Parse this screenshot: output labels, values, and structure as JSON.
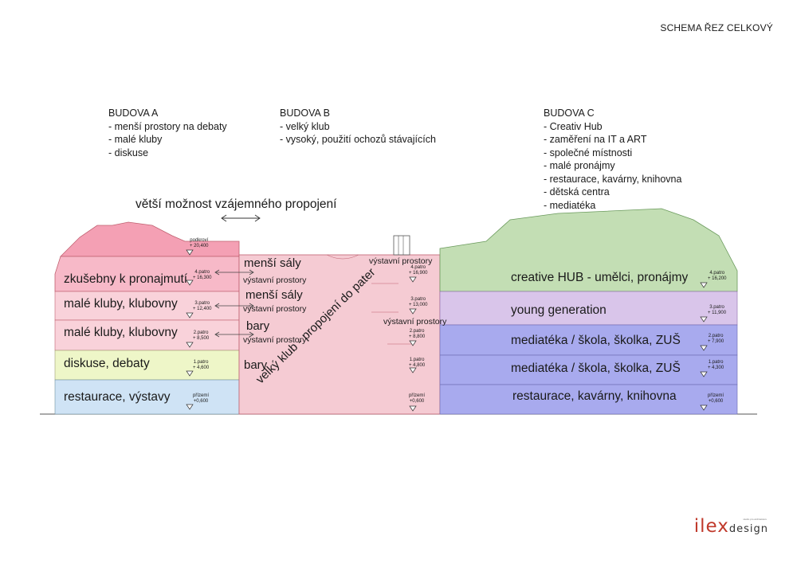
{
  "title": "SCHEMA ŘEZ CELKOVÝ",
  "buildings": [
    {
      "heading": "BUDOVA A",
      "items": [
        "- menší prostory na debaty",
        "- malé kluby",
        "- diskuse"
      ]
    },
    {
      "heading": "BUDOVA B",
      "items": [
        "- velký klub",
        "- vysoký, použití ochozů stávajících"
      ]
    },
    {
      "heading": "BUDOVA C",
      "items": [
        "- Creativ Hub",
        "- zaměření na IT a ART",
        "- společné místnosti",
        "- malé pronájmy",
        "- restaurace, kavárny, knihovna",
        "- dětská centra",
        "- mediatéka"
      ]
    }
  ],
  "connection_note": "větší možnost vzájemného  propojení",
  "building_a": {
    "rooms": [
      "zkušebny k pronajmutí",
      "malé kluby, klubovny",
      "malé kluby, klubovny",
      "diskuse, debaty",
      "restaurace, výstavy"
    ],
    "levels": [
      {
        "name": "podkroví",
        "value": "+ 20,400"
      },
      {
        "name": "4.patro",
        "value": "+ 16,300"
      },
      {
        "name": "3.patro",
        "value": "+ 12,400"
      },
      {
        "name": "2.patro",
        "value": "+ 8,500"
      },
      {
        "name": "1.patro",
        "value": "+ 4,600"
      },
      {
        "name": "přízemí",
        "value": "+0,600"
      }
    ]
  },
  "building_b": {
    "left_labels": [
      "menší sály",
      "výstavní prostory",
      "menší sály",
      "výstavní prostory",
      "bary",
      "výstavní prostory",
      "bary"
    ],
    "right_labels": [
      "výstavní prostory",
      "výstavní prostory"
    ],
    "diagonal": "velký klub - propojení do pater",
    "levels": [
      {
        "name": "4.patro",
        "value": "+ 16,900"
      },
      {
        "name": "3.patro",
        "value": "+ 13,000"
      },
      {
        "name": "2.patro",
        "value": "+ 8,800"
      },
      {
        "name": "1.patro",
        "value": "+ 4,800"
      },
      {
        "name": "přízemí",
        "value": "+0,600"
      }
    ]
  },
  "building_c": {
    "rooms": [
      "creative HUB - umělci, pronájmy",
      "young generation",
      "mediatéka / škola, školka, ZUŠ",
      "mediatéka / škola, školka, ZUŠ",
      "restaurace, kavárny, knihovna"
    ],
    "levels": [
      {
        "name": "4.patro",
        "value": "+ 16,200"
      },
      {
        "name": "3.patro",
        "value": "+ 11,900"
      },
      {
        "name": "2.patro",
        "value": "+ 7,900"
      },
      {
        "name": "1.patro",
        "value": "+ 4,300"
      },
      {
        "name": "přízemí",
        "value": "+0,600"
      }
    ]
  },
  "logo": {
    "brand": "ilex",
    "word": "design",
    "tagline": "studio pro architekturu"
  },
  "colors": {
    "pink_roof": "#f4a0b4",
    "pink_floor": "#f7bfcc",
    "light_pink": "#f9d4dc",
    "yellow_green": "#eef6c8",
    "light_blue": "#cfe3f5",
    "b_pink": "#f5cbd3",
    "green": "#c3deb4",
    "lavender": "#d9c5ea",
    "periwinkle": "#a8aaee"
  }
}
